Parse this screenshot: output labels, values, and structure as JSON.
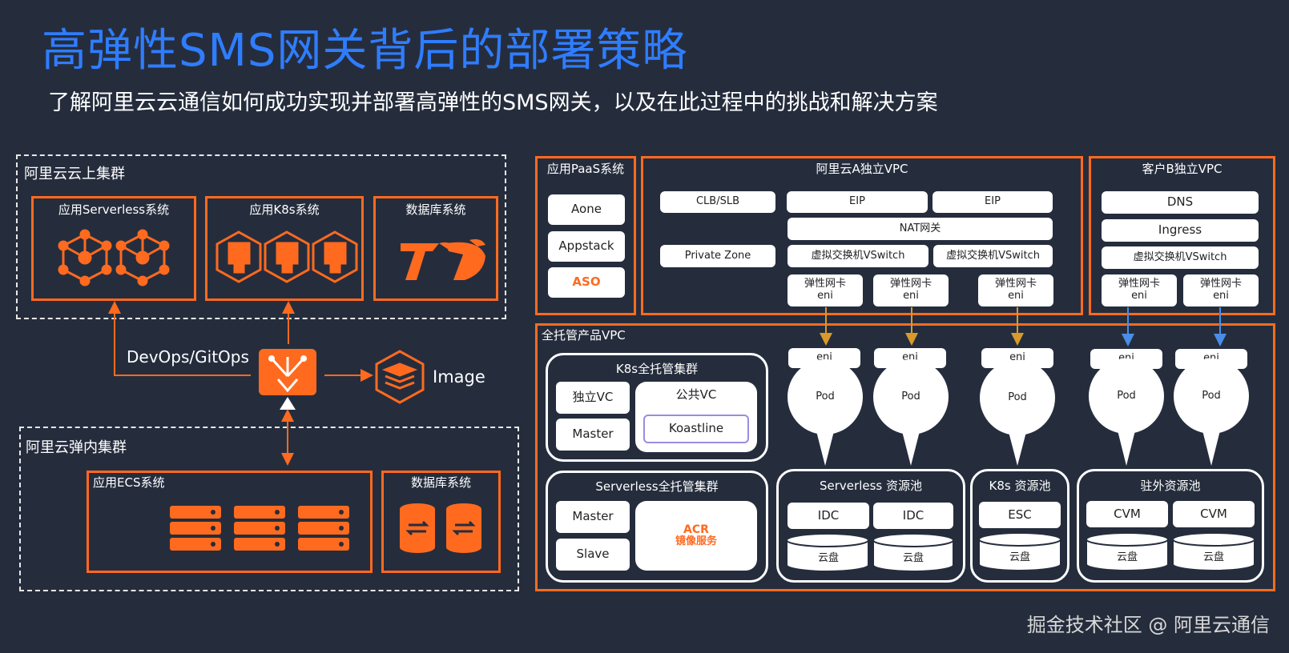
{
  "title": "高弹性SMS网关背后的部署策略",
  "subtitle": "了解阿里云云通信如何成功实现并部署高弹性的SMS网关，以及在此过程中的挑战和解决方案",
  "left": {
    "cloud_cluster": "阿里云云上集群",
    "serverless_sys": "应用Serverless系统",
    "k8s_sys": "应用K8s系统",
    "db_sys": "数据库系统",
    "devops": "DevOps/GitOps",
    "image": "Image",
    "elastic_cluster": "阿里云弹内集群",
    "ecs_sys": "应用ECS系统",
    "db_sys2": "数据库系统"
  },
  "paas": {
    "title": "应用PaaS系统",
    "items": [
      "Aone",
      "Appstack",
      "ASO"
    ]
  },
  "vpc_a": {
    "title": "阿里云A独立VPC",
    "clb": "CLB/SLB",
    "eip1": "EIP",
    "eip2": "EIP",
    "nat": "NAT网关",
    "private_zone": "Private Zone",
    "vswitch1": "虚拟交换机VSwitch",
    "vswitch2": "虚拟交换机VSwitch",
    "eni": [
      "弹性网卡\neni",
      "弹性网卡\neni",
      "弹性网卡\neni"
    ]
  },
  "vpc_b": {
    "title": "客户B独立VPC",
    "dns": "DNS",
    "ingress": "Ingress",
    "vswitch": "虚拟交换机VSwitch",
    "eni": [
      "弹性网卡\neni",
      "弹性网卡\neni"
    ]
  },
  "managed": {
    "title": "全托管产品VPC",
    "k8s_cluster": "K8s全托管集群",
    "independent_vc": "独立VC",
    "master": "Master",
    "public_vc": "公共VC",
    "koastline": "Koastline",
    "serverless_cluster": "Serverless全托管集群",
    "master2": "Master",
    "slave": "Slave",
    "acr_line1": "ACR",
    "acr_line2": "镜像服务",
    "pods": [
      {
        "eni": "eni",
        "pod": "Pod"
      },
      {
        "eni": "eni",
        "pod": "Pod"
      },
      {
        "eni": "eni",
        "pod": "Pod"
      },
      {
        "eni": "eni",
        "pod": "Pod"
      },
      {
        "eni": "eni",
        "pod": "Pod"
      }
    ],
    "serverless_pool": "Serverless 资源池",
    "idc1": "IDC",
    "idc2": "IDC",
    "k8s_pool": "K8s 资源池",
    "esc": "ESC",
    "external_pool": "驻外资源池",
    "cvm1": "CVM",
    "cvm2": "CVM",
    "disk": "云盘"
  },
  "watermark": "掘金技术社区 @ 阿里云通信",
  "colors": {
    "orange": "#ff6a1f",
    "blue": "#2f7dff",
    "bg": "#252d3d",
    "gold_arrow": "#d99a2b",
    "blue_arrow": "#4a8de8"
  }
}
